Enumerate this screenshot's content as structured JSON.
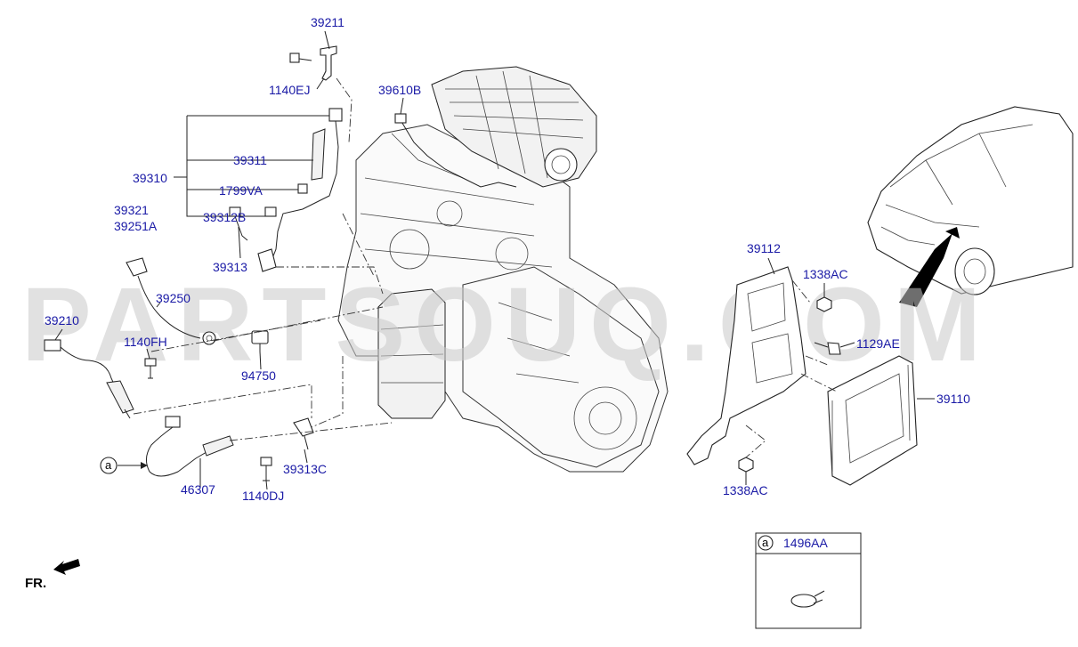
{
  "watermark": "PARTSOUQ.COM",
  "direction_label": "FR.",
  "inset": {
    "circle_letter": "a",
    "part_number": "1496AA"
  },
  "callout_letter": "a",
  "labels": {
    "p39211": "39211",
    "p1140EJ": "1140EJ",
    "p39610B": "39610B",
    "p39310": "39310",
    "p39311": "39311",
    "p1799VA": "1799VA",
    "p39312B": "39312B",
    "p39321": "39321",
    "p39251A": "39251A",
    "p39313": "39313",
    "p39250": "39250",
    "p39210": "39210",
    "p1140FH": "1140FH",
    "p94750": "94750",
    "p39112": "39112",
    "p1338AC_top": "1338AC",
    "p1129AE": "1129AE",
    "p39110": "39110",
    "p1338AC_bottom": "1338AC",
    "p39313C": "39313C",
    "p1140DJ": "1140DJ",
    "p46307": "46307"
  }
}
